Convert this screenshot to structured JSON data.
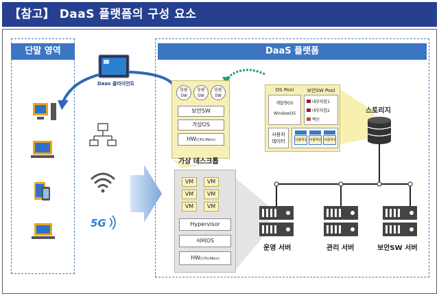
{
  "header": {
    "title": "【참고】 DaaS 플랫폼의 구성 요소"
  },
  "left_panel": {
    "title": "단말 영역"
  },
  "right_panel": {
    "title": "DaaS 플랫폼"
  },
  "client": {
    "label": "Daas 클라이언트"
  },
  "desktop": {
    "apps": [
      {
        "line1": "응용",
        "line2": "SW"
      },
      {
        "line1": "응용",
        "line2": "SW"
      },
      {
        "line1": "응용",
        "line2": "SW"
      }
    ],
    "layers": [
      "보안SW",
      "가상OS",
      "HW"
    ],
    "hw_detail": "(CPU,Mem)",
    "label": "가상 데스크톱"
  },
  "server": {
    "vms": [
      "VM",
      "VM",
      "VM",
      "VM",
      "VM",
      "VM"
    ],
    "layers": [
      "Hypervisor",
      "서버OS",
      "HW"
    ],
    "hw_detail": "(CPU,Mem)"
  },
  "storage_pool": {
    "os_pool_title": "OS Pool",
    "os_items": [
      "개발형OS",
      "WindowOS"
    ],
    "sw_pool_title": "보안SW Pool",
    "sw_items": [
      "내부지침1",
      "내부지침2",
      "백신"
    ],
    "user_data_line1": "사용자",
    "user_data_line2": "데이터",
    "user_cells": [
      "사용자1",
      "사용자2",
      "사용자3"
    ]
  },
  "storage": {
    "label": "스토리지"
  },
  "servers": [
    {
      "label": "운영 서버"
    },
    {
      "label": "관리 서버"
    },
    {
      "label": "보안SW 서버"
    }
  ],
  "network": {
    "cellular_label": "5G"
  },
  "colors": {
    "header": "#26408f",
    "tab": "#3c75c2",
    "arrow_blue": "#2f68b4",
    "arrow_green": "#1aa37a",
    "desktop_fill": "#f7efb8",
    "server_fill": "#e2e2e2",
    "storage_icon": "#333333"
  }
}
